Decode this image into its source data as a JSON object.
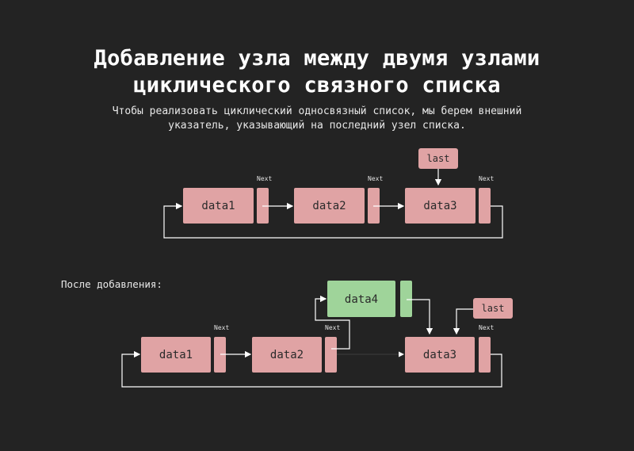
{
  "title": {
    "line1": "Добавление узла между двумя узлами",
    "line2": "циклического связного списка"
  },
  "subtitle": {
    "line1": "Чтобы реализовать циклический односвязный список, мы берем внешний",
    "line2": "указатель, указывающий на последний узел списка."
  },
  "after_label": "После добавления:",
  "colors": {
    "background": "#232323",
    "node": "#e0a3a4",
    "new_node": "#9fd49a",
    "arrow": "#ffffff"
  },
  "before": {
    "nodes": [
      "data1",
      "data2",
      "data3"
    ],
    "next_label": "Next",
    "last_label": "last"
  },
  "after": {
    "nodes": [
      "data1",
      "data2",
      "data3"
    ],
    "new_node": "data4",
    "next_label": "Next",
    "last_label": "last"
  }
}
